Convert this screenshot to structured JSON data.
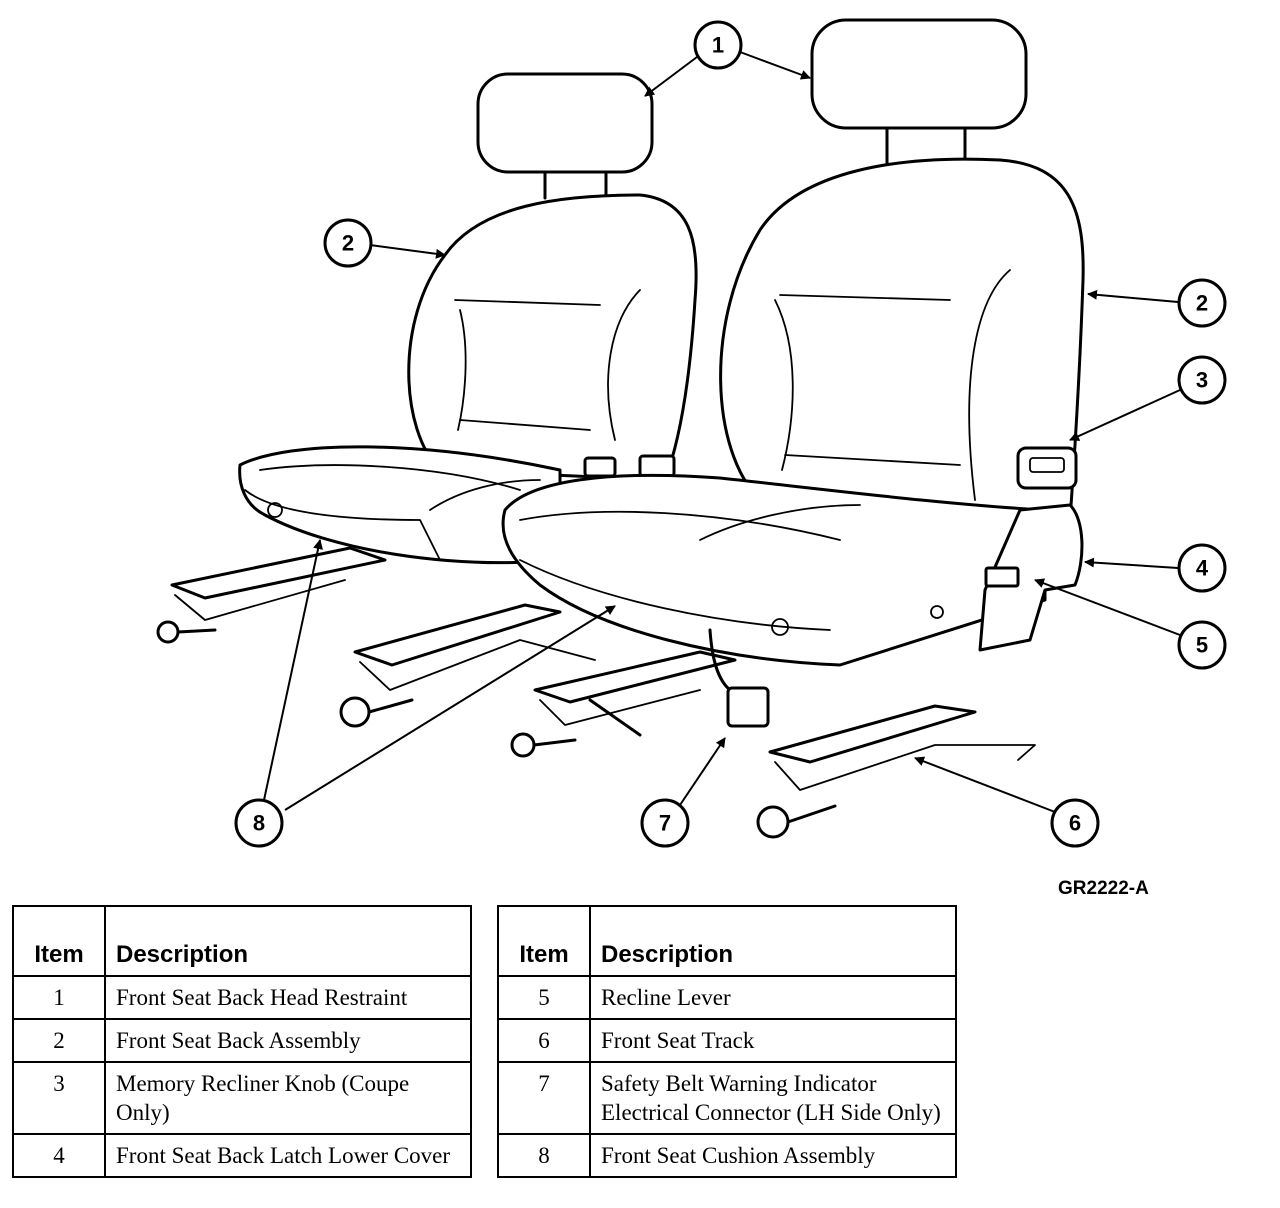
{
  "figure_code": "GR2222-A",
  "callouts": [
    "1",
    "1",
    "2",
    "2",
    "3",
    "4",
    "5",
    "6",
    "7",
    "8"
  ],
  "legend_left": {
    "header_item": "Item",
    "header_desc": "Description",
    "rows": [
      {
        "item": "1",
        "desc": "Front Seat Back Head Restraint"
      },
      {
        "item": "2",
        "desc": "Front Seat Back Assembly"
      },
      {
        "item": "3",
        "desc": "Memory Recliner Knob (Coupe Only)"
      },
      {
        "item": "4",
        "desc": "Front Seat Back Latch Lower Cover"
      }
    ]
  },
  "legend_right": {
    "header_item": "Item",
    "header_desc": "Description",
    "rows": [
      {
        "item": "5",
        "desc": "Recline Lever"
      },
      {
        "item": "6",
        "desc": "Front Seat Track"
      },
      {
        "item": "7",
        "desc": "Safety Belt Warning Indicator Electrical Connector (LH Side Only)"
      },
      {
        "item": "8",
        "desc": "Front Seat Cushion Assembly"
      }
    ]
  }
}
